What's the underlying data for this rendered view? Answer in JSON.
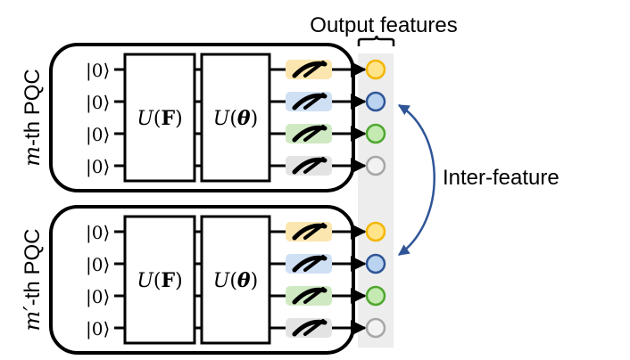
{
  "header": {
    "output_features": "Output features"
  },
  "pqcs": [
    {
      "side_label_var": "m",
      "side_label_rest": "-th PQC",
      "gate_f": "U(F)",
      "gate_theta": "U(θ)",
      "kets": [
        "|0⟩",
        "|0⟩",
        "|0⟩",
        "|0⟩"
      ]
    },
    {
      "side_label_var": "m′",
      "side_label_rest": "-th PQC",
      "gate_f": "U(F)",
      "gate_theta": "U(θ)",
      "kets": [
        "|0⟩",
        "|0⟩",
        "|0⟩",
        "|0⟩"
      ]
    }
  ],
  "annotation": {
    "inter_feature": "Inter-feature"
  },
  "colors": {
    "qubit_fills": [
      "#fbe6b0",
      "#cfe0f4",
      "#cfe9c3",
      "#e3e3e3"
    ],
    "feature_strokes": [
      "#f4b600",
      "#2f5597",
      "#4ea72e",
      "#a6a6a6"
    ],
    "feature_fills": [
      "#ffe48a",
      "#b9d3f0",
      "#c4eab2",
      "#f2f2f2"
    ],
    "column_band": "#ededed",
    "arrow": "#2f5597"
  }
}
